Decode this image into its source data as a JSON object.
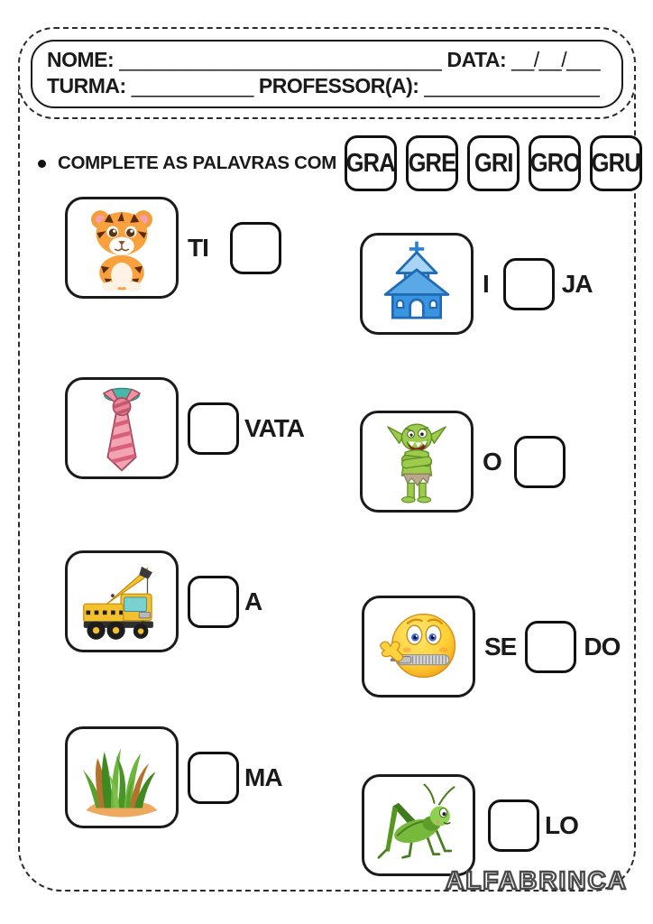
{
  "header": {
    "name_label": "NOME:",
    "name_line": "__________________________________________",
    "date_label": "DATA:",
    "date_line": "__/__/___",
    "class_label": "TURMA:",
    "class_line": "___________",
    "teacher_label": "PROFESSOR(A):",
    "teacher_line": "________________________________"
  },
  "instruction": {
    "text": "COMPLETE AS PALAVRAS COM",
    "syllables": [
      "GRA",
      "GRE",
      "GRI",
      "GRO",
      "GRU"
    ]
  },
  "exercises": [
    {
      "image": "tiger",
      "prefix": "TI",
      "suffix": ""
    },
    {
      "image": "church",
      "prefix": "I",
      "suffix": "JA"
    },
    {
      "image": "necktie",
      "prefix": "",
      "suffix": "VATA"
    },
    {
      "image": "ogre",
      "prefix": "O",
      "suffix": ""
    },
    {
      "image": "crane-truck",
      "prefix": "",
      "suffix": "A"
    },
    {
      "image": "zipper-mouth-face",
      "prefix": "SE",
      "suffix": "DO"
    },
    {
      "image": "grass",
      "prefix": "",
      "suffix": "MA"
    },
    {
      "image": "grasshopper",
      "prefix": "",
      "suffix": "LO"
    }
  ],
  "footer": {
    "brand": "ALFABRINCA"
  },
  "colors": {
    "line": "#1a1a1a",
    "church_blue": "#2f84d4",
    "tiger_orange": "#f8a13d",
    "tie_pink": "#f3a3b1",
    "crane_yellow": "#f4c12e",
    "ogre_green": "#9ccb4e",
    "emoji_yellow": "#ffcf33",
    "grass_green": "#5aa02c",
    "grasshopper_green": "#76b93c"
  }
}
